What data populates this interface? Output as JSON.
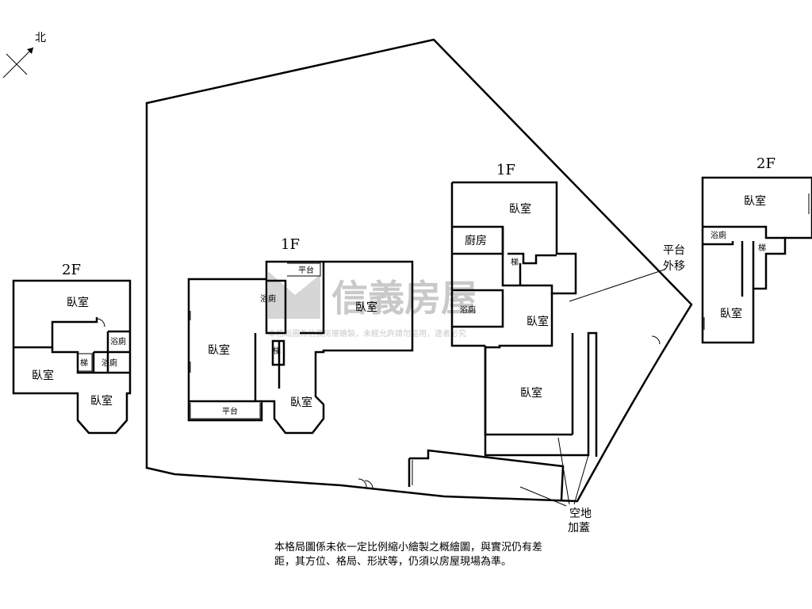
{
  "compass": {
    "north": "北"
  },
  "watermark": {
    "brand": "信義房屋",
    "notice": "本格局圖為信義房屋繪製，未經允許請勿盜用，違者必究"
  },
  "floors": {
    "left_2f": "2F",
    "center_1f": "1F",
    "right_1f": "1F",
    "right_2f": "2F"
  },
  "rooms": {
    "bedroom": "臥室",
    "bathroom": "浴廁",
    "stairs": "梯",
    "terrace": "平台",
    "kitchen": "廚房"
  },
  "annotations": {
    "terrace_moved": [
      "平台",
      "外移"
    ],
    "vacant_covered": [
      "空地",
      "加蓋"
    ]
  },
  "disclaimer": "本格局圖係未依一定比例縮小繪製之概繪圖，與實況仍有差距，其方位、格局、形狀等，仍須以房屋現場為準。"
}
